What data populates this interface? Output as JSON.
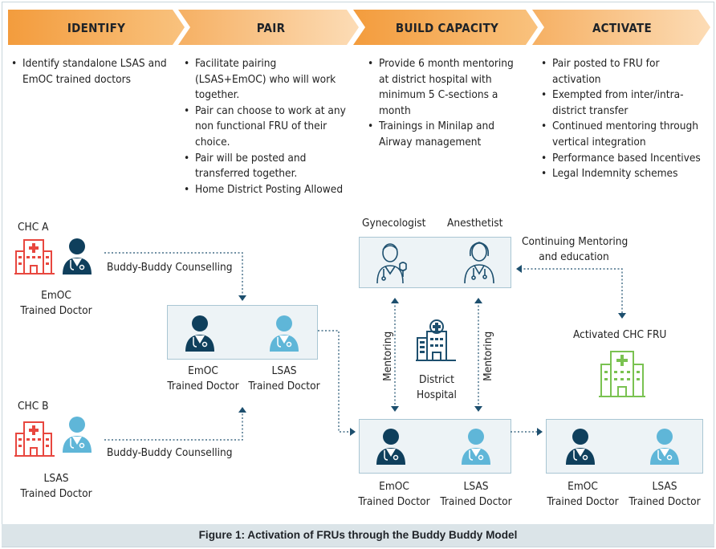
{
  "steps": [
    {
      "title": "IDENTIFY",
      "bullets": [
        "Identify standalone LSAS and EmOC trained doctors"
      ]
    },
    {
      "title": "PAIR",
      "bullets": [
        "Facilitate pairing (LSAS+EmOC) who will work together.",
        "Pair can choose to work at any non functional FRU of their choice.",
        "Pair will be posted and transferred together.",
        "Home District Posting Allowed"
      ]
    },
    {
      "title": "BUILD CAPACITY",
      "bullets": [
        "Provide 6 month mentoring at district hospital with minimum 5 C-sections a month",
        "Trainings in Minilap and Airway management"
      ]
    },
    {
      "title": "ACTIVATE",
      "bullets": [
        "Pair posted to FRU for activation",
        "Exempted from inter/intra-district transfer",
        "Continued mentoring through vertical integration",
        "Performance based Incentives",
        "Legal Indemnity schemes"
      ]
    }
  ],
  "diagram": {
    "chc_a": "CHC A",
    "chc_b": "CHC B",
    "emoc_trained_line1": "EmOC",
    "lsas_trained_line1": "LSAS",
    "trained_doctor": "Trained Doctor",
    "buddy_counselling": "Buddy-Buddy Counselling",
    "gynecologist": "Gynecologist",
    "anesthetist": "Anesthetist",
    "continuing_line1": "Continuing Mentoring",
    "continuing_line2": "and education",
    "mentoring": "Mentoring",
    "district_line1": "District",
    "district_line2": "Hospital",
    "activated_fru": "Activated CHC  FRU"
  },
  "caption": "Figure 1: Activation of FRUs through the Buddy Buddy Model",
  "colors": {
    "chevron_dark": "#f6a44f",
    "chevron_light": "#fbd7ac",
    "doctor_dark": "#0f3f5c",
    "doctor_light": "#5fb6d8",
    "hospital_red": "#e8473f",
    "hospital_green": "#7ac251",
    "hospital_blue": "#1d4f6e",
    "arrow": "#1d4f6e"
  }
}
